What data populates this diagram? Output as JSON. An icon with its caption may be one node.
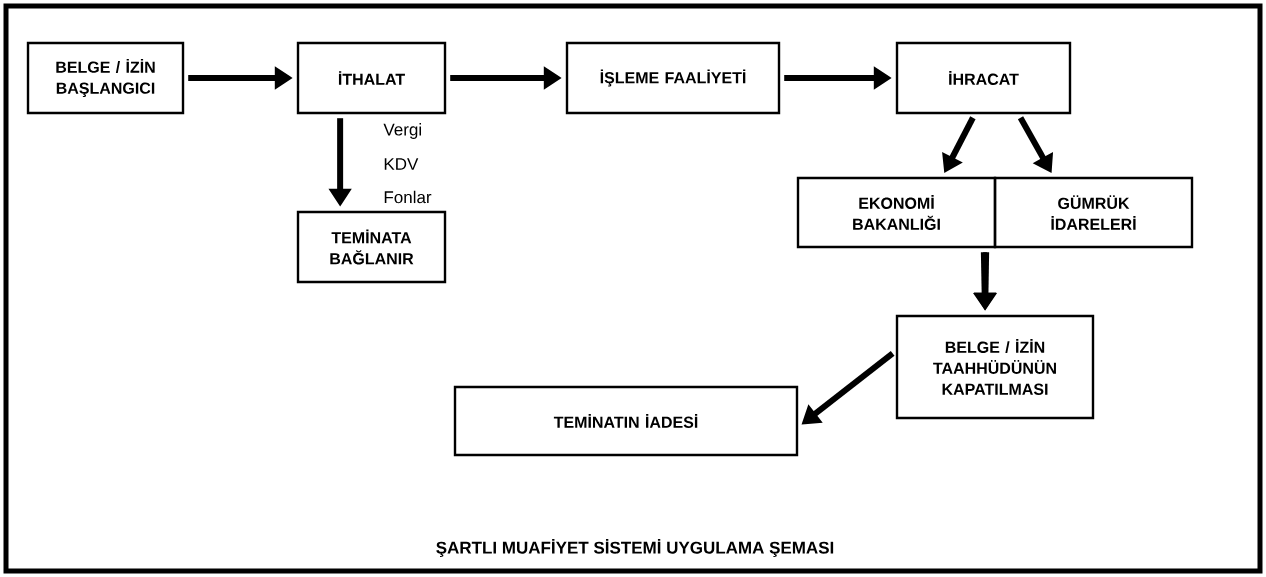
{
  "diagram": {
    "caption": "ŞARTLI MUAFİYET SİSTEMİ UYGULAMA ŞEMASI",
    "nodes": [
      {
        "text": [
          "BELGE / İZİN BAŞLANGICI"
        ]
      },
      {
        "text": [
          "İTHALAT"
        ]
      },
      {
        "text": [
          "İŞLEME FAALİYETİ"
        ]
      },
      {
        "text": [
          "İHRACAT"
        ]
      },
      {
        "text": [
          "TEMİNATA BAĞLANIR"
        ]
      },
      {
        "text": [
          "EKONOMİ BAKANLIĞI"
        ]
      },
      {
        "text": [
          "GÜMRÜK İDARELERİ"
        ]
      },
      {
        "text": [
          "BELGE / İZİN TAAHHÜDÜNÜN KAPATILMASI"
        ]
      },
      {
        "text": [
          "TEMİNATIN İADESİ"
        ]
      }
    ],
    "edges": [
      {
        "from": 0,
        "to": 1,
        "arrow": "to"
      },
      {
        "from": 1,
        "to": 2,
        "arrow": "to"
      },
      {
        "from": 2,
        "to": 3,
        "arrow": "to"
      },
      {
        "from": 1,
        "to": 4,
        "arrow": "to"
      },
      {
        "from": 3,
        "to": 5,
        "arrow": "to"
      },
      {
        "from": 3,
        "to": 6,
        "arrow": "to"
      },
      {
        "from": 5,
        "to": 7,
        "arrow": "to"
      },
      {
        "from": 6,
        "to": 7,
        "arrow": "to"
      },
      {
        "from": 7,
        "to": 8,
        "arrow": "to"
      }
    ],
    "labels": [
      "Vergi",
      "KDV",
      "Fonlar"
    ]
  }
}
